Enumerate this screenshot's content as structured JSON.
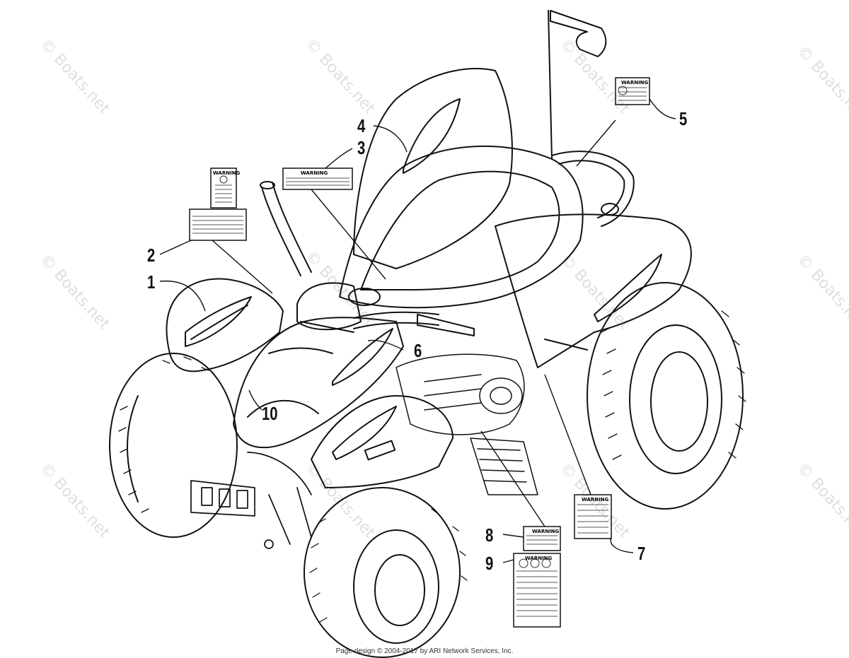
{
  "watermark": "© Boats.net",
  "footer": "Page design © 2004-2017 by ARI Network Services, Inc.",
  "decal_header": "WARNING",
  "callouts": [
    {
      "id": "1",
      "label": "1"
    },
    {
      "id": "2",
      "label": "2"
    },
    {
      "id": "3",
      "label": "3"
    },
    {
      "id": "4",
      "label": "4"
    },
    {
      "id": "5",
      "label": "5"
    },
    {
      "id": "6",
      "label": "6"
    },
    {
      "id": "7",
      "label": "7"
    },
    {
      "id": "8",
      "label": "8"
    },
    {
      "id": "9",
      "label": "9"
    },
    {
      "id": "10",
      "label": "10"
    }
  ]
}
